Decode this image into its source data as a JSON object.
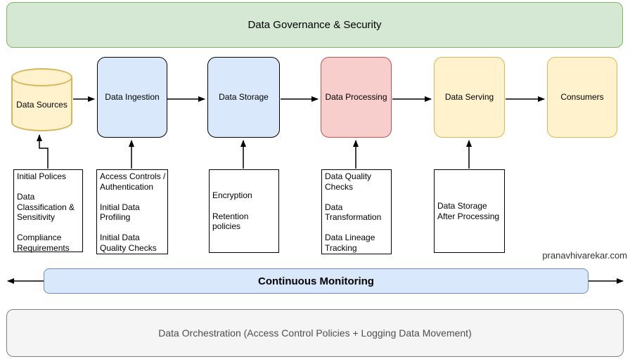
{
  "banners": {
    "governance": {
      "label": "Data Governance & Security",
      "fill": "#d5e8d4",
      "border": "#82b366"
    },
    "monitoring": {
      "label": "Continuous Monitoring",
      "fill": "#dae8fc",
      "border": "#6c8ebf"
    },
    "orchestration": {
      "label": "Data Orchestration (Access Control Policies + Logging Data Movement)",
      "fill": "#f5f5f5",
      "border": "#7f7f7f",
      "text_color": "#4d4d4d"
    }
  },
  "pipeline": {
    "nodes": [
      {
        "label": "Data Sources",
        "shape": "cylinder",
        "fill": "#fff2cc",
        "border": "#d6b656"
      },
      {
        "label": "Data Ingestion",
        "shape": "rounded-rect",
        "fill": "#dae8fc",
        "border": "#000000"
      },
      {
        "label": "Data Storage",
        "shape": "rounded-rect",
        "fill": "#dae8fc",
        "border": "#000000"
      },
      {
        "label": "Data Processing",
        "shape": "rounded-rect",
        "fill": "#f8cecc",
        "border": "#b85450"
      },
      {
        "label": "Data Serving",
        "shape": "rounded-rect",
        "fill": "#fff2cc",
        "border": "#d6b656"
      },
      {
        "label": "Consumers",
        "shape": "rounded-rect",
        "fill": "#fff2cc",
        "border": "#d6b656"
      }
    ]
  },
  "detail_boxes": [
    {
      "attached_to": "Data Sources",
      "text": "Initial Polices\n\nData Classification & Sensitivity\n\nCompliance Requirements"
    },
    {
      "attached_to": "Data Ingestion",
      "text": "Access Controls / Authentication\n\nInitial Data Profiling\n\nInitial Data Quality Checks"
    },
    {
      "attached_to": "Data Storage",
      "text": "Encryption\n\nRetention policies"
    },
    {
      "attached_to": "Data Processing",
      "text": "Data Quality Checks\n\nData Transformation\n\nData Lineage Tracking"
    },
    {
      "attached_to": "Data Serving",
      "text": "Data Storage After Processing"
    }
  ],
  "watermark": "pranavhivarekar.com"
}
